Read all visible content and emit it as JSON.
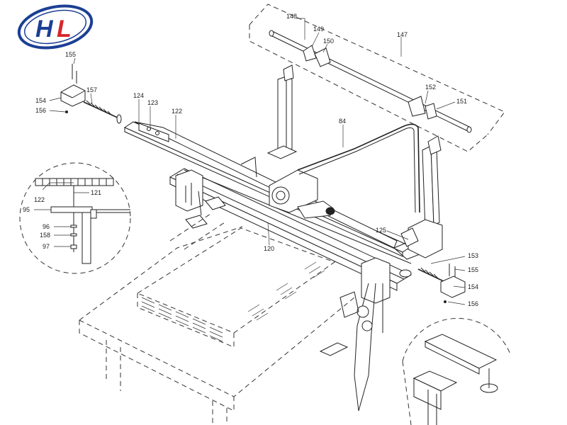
{
  "logo": {
    "text_h": "H",
    "text_l": "L",
    "ring_color": "#1c3f94",
    "h_color": "#1c3f94",
    "l_color": "#d7262b"
  },
  "labels": [
    {
      "id": "148",
      "text": "148"
    },
    {
      "id": "149",
      "text": "149"
    },
    {
      "id": "150",
      "text": "150"
    },
    {
      "id": "147",
      "text": "147"
    },
    {
      "id": "152",
      "text": "152"
    },
    {
      "id": "151",
      "text": "151"
    },
    {
      "id": "155a",
      "text": "155"
    },
    {
      "id": "157",
      "text": "157"
    },
    {
      "id": "154a",
      "text": "154"
    },
    {
      "id": "156a",
      "text": "156"
    },
    {
      "id": "124",
      "text": "124"
    },
    {
      "id": "123",
      "text": "123"
    },
    {
      "id": "122a",
      "text": "122"
    },
    {
      "id": "84",
      "text": "84"
    },
    {
      "id": "122b",
      "text": "122"
    },
    {
      "id": "121",
      "text": "121"
    },
    {
      "id": "95",
      "text": "95"
    },
    {
      "id": "96",
      "text": "96"
    },
    {
      "id": "158",
      "text": "158"
    },
    {
      "id": "97",
      "text": "97"
    },
    {
      "id": "120",
      "text": "120"
    },
    {
      "id": "125",
      "text": "125"
    },
    {
      "id": "153",
      "text": "153"
    },
    {
      "id": "155b",
      "text": "155"
    },
    {
      "id": "154b",
      "text": "154"
    },
    {
      "id": "156b",
      "text": "156"
    }
  ]
}
